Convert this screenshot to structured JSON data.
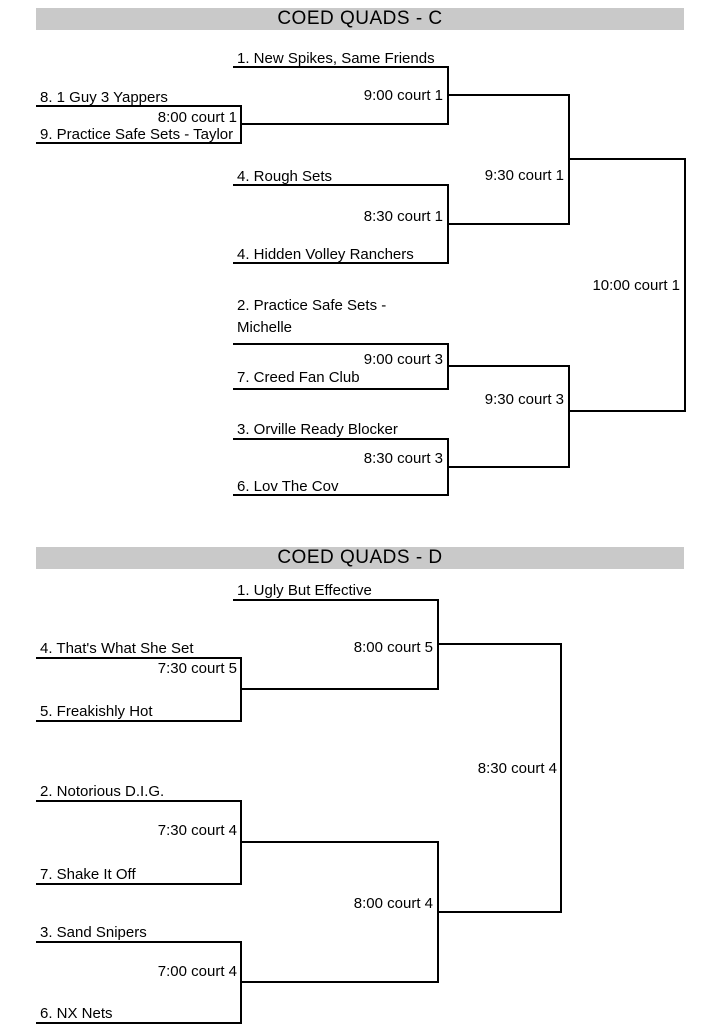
{
  "colors": {
    "background": "#ffffff",
    "line": "#000000",
    "header_bg": "#c9c9c9",
    "text": "#000000"
  },
  "brackets": [
    {
      "title": "COED QUADS - C",
      "teams": {
        "new_spikes": "1. New Spikes, Same Friends",
        "guy_yappers": "8. 1 Guy 3 Yappers",
        "pss_taylor": "9. Practice Safe Sets - Taylor",
        "rough_sets": "4. Rough Sets",
        "hidden_volley": "4. Hidden Volley Ranchers",
        "pss_michelle": "2. Practice Safe Sets - Michelle",
        "creed_fan": "7. Creed Fan Club",
        "orville": "3. Orville Ready Blocker",
        "lov_cov": "6. Lov The Cov"
      },
      "matches": {
        "playin": "8:00 court 1",
        "qf_top": "9:00 court 1",
        "qf_mid": "8:30 court 1",
        "qf_third": "9:00 court 3",
        "qf_bottom": "8:30 court 3",
        "semi_top": "9:30 court 1",
        "semi_bottom": "9:30 court 3",
        "final": "10:00 court 1"
      }
    },
    {
      "title": "COED QUADS - D",
      "teams": {
        "ugly_effective": "1. Ugly But Effective",
        "what_she_set": "4. That's What She Set",
        "freakishly_hot": "5. Freakishly Hot",
        "notorious_dig": "2. Notorious D.I.G.",
        "shake_it_off": "7. Shake It Off",
        "sand_snipers": "3. Sand Snipers",
        "nx_nets": "6. NX Nets"
      },
      "matches": {
        "r1_top": "7:30 court 5",
        "r1_mid": "7:30 court 4",
        "r1_bottom": "7:00 court 4",
        "semi_top": "8:00 court 5",
        "semi_bottom": "8:00 court 4",
        "final": "8:30 court 4"
      }
    }
  ]
}
